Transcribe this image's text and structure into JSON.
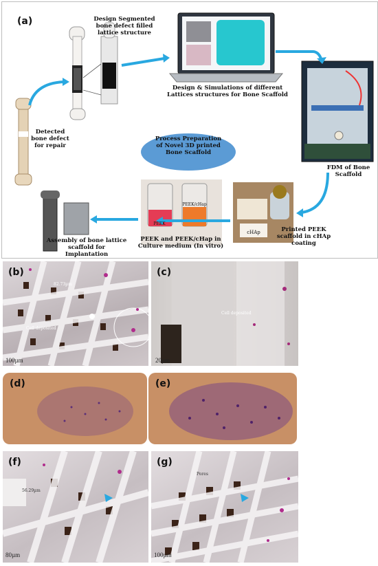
{
  "panels": {
    "a": "(a)",
    "b": "(b)",
    "c": "(c)",
    "d": "(d)",
    "e": "(e)",
    "f": "(f)",
    "g": "(g)"
  },
  "workflow": {
    "design_segmented": "Design Segmented bone defect filled lattice structure",
    "design_simulation": "Design & Simulations of different Lattices structures for Bone Scaffold",
    "detected_defect": "Detected bone defect for repair",
    "process_title": "Process Preparation of Novel 3D printed Bone Scaffold",
    "fdm": "FDM of Bone Scaffold",
    "printed_peek": "Printed PEEK scaffold in cHAp coating",
    "culture_medium": "PEEK and PEEK/cHap in Culture medium (In vitro)",
    "assembly": "Assembly of bone lattice scaffold for Implantation",
    "bottle_label_1": "PEEK",
    "bottle_label_2": "PEEK/cHap",
    "powder_label": "cHAp"
  },
  "micro": {
    "scale_b": "100µm",
    "scale_c": "20µm",
    "scale_f": "80µm",
    "scale_g": "100µm",
    "cell_deposited_b": "Cell deposited",
    "cell_deposited_c": "Cell deposited",
    "pore_b": "82.73µm",
    "pore_f": "56.29µm",
    "pores_g": "Pores"
  },
  "colors": {
    "arrow": "#29a8e0",
    "ellipse": "#5b9bd5",
    "stain_bg": "#c89066",
    "stain_purple": "#6a3a8a"
  }
}
